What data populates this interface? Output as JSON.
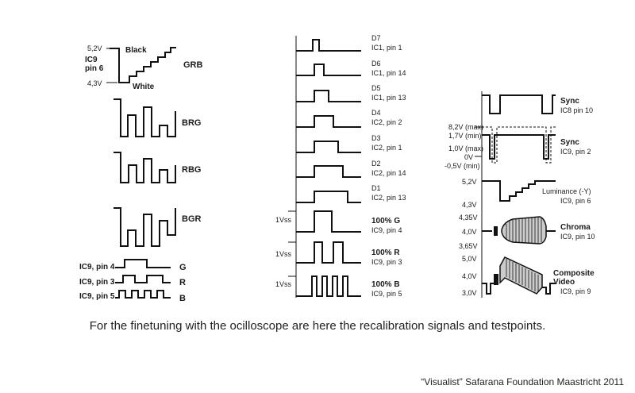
{
  "left_panel": {
    "volt_top": "5,2V",
    "volt_bottom": "4,3V",
    "ic_label_1": "IC9",
    "ic_label_2": "pin 6",
    "black": "Black",
    "white": "White",
    "waves": [
      "GRB",
      "BRG",
      "RBG",
      "BGR"
    ],
    "pins": [
      {
        "pin": "IC9, pin 4",
        "color": "G"
      },
      {
        "pin": "IC9, pin 3",
        "color": "R"
      },
      {
        "pin": "IC9, pin 5",
        "color": "B"
      }
    ]
  },
  "middle_panel": {
    "rows": [
      {
        "l1": "D7",
        "l2": "IC1, pin 1"
      },
      {
        "l1": "D6",
        "l2": "IC1, pin 14"
      },
      {
        "l1": "D5",
        "l2": "IC1, pin 13"
      },
      {
        "l1": "D4",
        "l2": "IC2, pin 2"
      },
      {
        "l1": "D3",
        "l2": "IC2, pin 1"
      },
      {
        "l1": "D2",
        "l2": "IC2, pin 14"
      },
      {
        "l1": "D1",
        "l2": "IC2, pin 13"
      },
      {
        "l1": "100% G",
        "l2": "IC9, pin 4"
      },
      {
        "l1": "100% R",
        "l2": "IC9, pin 3"
      },
      {
        "l1": "100% B",
        "l2": "IC9, pin 5"
      }
    ],
    "vss": "1Vss"
  },
  "right_panel": {
    "sync1": {
      "l1": "Sync",
      "l2": "IC8 pin 10"
    },
    "sync2": {
      "l1": "Sync",
      "l2": "IC9, pin 2",
      "v1": "8,2V (max)",
      "v2": "1,7V (min)",
      "v3": "1,0V (max)",
      "v4": "0V",
      "v5": "-0,5V (min)"
    },
    "lum": {
      "l1": "Luminance (-Y)",
      "l2": "IC9, pin 6",
      "v1": "5,2V",
      "v2": "4,3V"
    },
    "chroma": {
      "l1": "Chroma",
      "l2": "IC9, pin 10",
      "v1": "4,35V",
      "v2": "4,0V",
      "v3": "3,65V"
    },
    "composite": {
      "l1": "Composite",
      "l2": "Video",
      "l3": "IC9, pin 9",
      "v1": "5,0V",
      "v2": "4,0V",
      "v3": "3,0V"
    }
  },
  "caption": "For the finetuning with the ocilloscope are here the recalibration signals and testpoints.",
  "credit": "“Visualist” Safarana Foundation Maastricht 2011"
}
